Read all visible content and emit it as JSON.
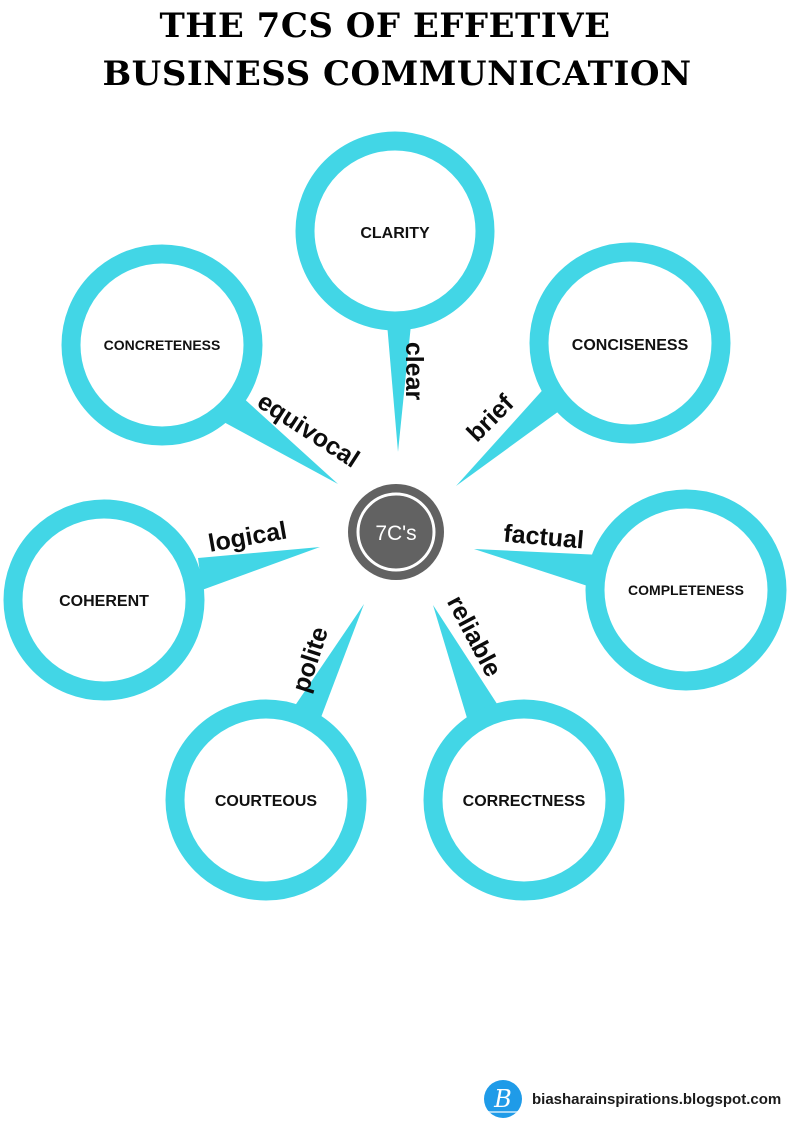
{
  "title": {
    "line1": "THE 7CS OF EFFETIVE",
    "line2": "BUSINESS COMMUNICATION"
  },
  "center": {
    "label": "7C's"
  },
  "nodes": [
    {
      "id": "clarity",
      "label": "CLARITY",
      "connector": "clear"
    },
    {
      "id": "conciseness",
      "label": "CONCISENESS",
      "connector": "brief"
    },
    {
      "id": "completeness",
      "label": "COMPLETENESS",
      "connector": "factual"
    },
    {
      "id": "correctness",
      "label": "CORRECTNESS",
      "connector": "reliable"
    },
    {
      "id": "courteous",
      "label": "COURTEOUS",
      "connector": "polite"
    },
    {
      "id": "coherent",
      "label": "COHERENT",
      "connector": "logical"
    },
    {
      "id": "concreteness",
      "label": "CONCRETENESS",
      "connector": "equivocal"
    }
  ],
  "colors": {
    "ring": "#42d6e6",
    "center": "#626262",
    "title": "#000000"
  },
  "footer": {
    "logo_letter": "B",
    "url": "biasharainspirations.blogspot.com"
  }
}
